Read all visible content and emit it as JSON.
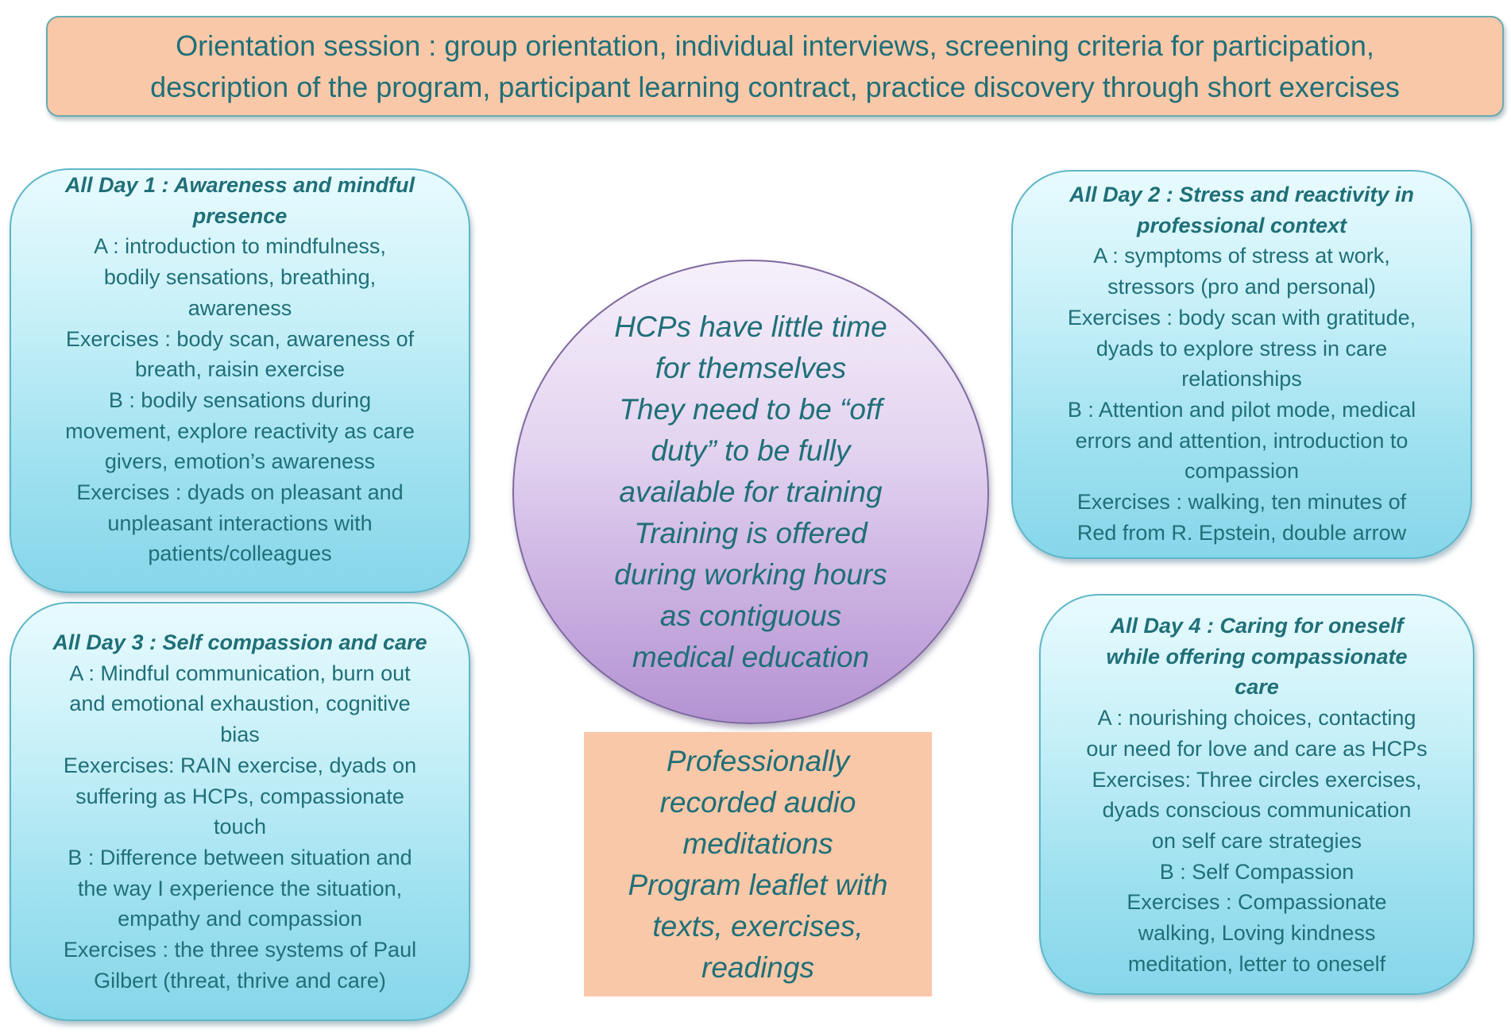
{
  "orientation": {
    "lines": [
      "Orientation session : group orientation, individual interviews, screening criteria for participation,",
      "description of the program, participant learning contract, practice discovery through short exercises"
    ]
  },
  "day1": {
    "title_lines": [
      "All Day 1 : Awareness and mindful",
      "presence"
    ],
    "body_lines": [
      "A : introduction to mindfulness,",
      "bodily sensations, breathing,",
      "awareness",
      "Exercises : body scan, awareness of",
      "breath, raisin exercise",
      "B : bodily sensations during",
      "movement, explore reactivity as care",
      "givers, emotion’s awareness",
      "Exercises : dyads on pleasant and",
      "unpleasant interactions with",
      "patients/colleagues"
    ]
  },
  "day2": {
    "title_lines": [
      "All Day 2 : Stress and reactivity in",
      "professional context"
    ],
    "body_lines": [
      "A : symptoms of stress at work,",
      "stressors (pro and personal)",
      "Exercises : body scan with gratitude,",
      "dyads to explore stress in care",
      "relationships",
      "B : Attention and pilot mode, medical",
      "errors and attention, introduction to",
      "compassion",
      "Exercises : walking, ten minutes of",
      "Red from R. Epstein, double arrow"
    ]
  },
  "day3": {
    "title_lines": [
      "All Day 3 : Self compassion and care"
    ],
    "body_lines": [
      "A : Mindful communication, burn out",
      "and emotional exhaustion, cognitive",
      "bias",
      "Eexercises: RAIN exercise, dyads on",
      "suffering as HCPs, compassionate",
      "touch",
      "B : Difference between situation and",
      "the way I experience the situation,",
      "empathy and compassion",
      "Exercises : the three systems of Paul",
      "Gilbert (threat, thrive and care)"
    ]
  },
  "day4": {
    "title_lines": [
      "All Day 4 : Caring for oneself",
      "while offering compassionate",
      "care"
    ],
    "body_lines": [
      "A : nourishing choices, contacting",
      "our need for love and care as HCPs",
      "Exercises: Three circles exercises,",
      "dyads conscious communication",
      "on self care strategies",
      "B : Self Compassion",
      "Exercises : Compassionate",
      "walking, Loving kindness",
      "meditation,  letter to oneself"
    ]
  },
  "center": {
    "lines": [
      "HCPs have little time",
      "for themselves",
      "They need to be “off",
      "duty” to be fully",
      "available for training",
      "Training is offered",
      "during working hours",
      "as contiguous",
      "medical education"
    ]
  },
  "resources": {
    "lines": [
      "Professionally",
      "recorded audio",
      "meditations",
      "Program leaflet with",
      "texts, exercises,",
      "readings"
    ]
  },
  "colors": {
    "text": "#1f6f78",
    "orientation_fill": "#f9c8a8",
    "day_fill": "#9fe1f0",
    "circle_fill": "#c4a7dd"
  }
}
